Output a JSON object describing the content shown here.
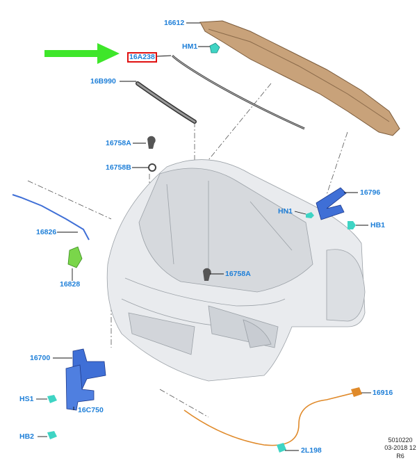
{
  "labels": {
    "l16612": "16612",
    "lHM1": "HM1",
    "l16A238": "16A238",
    "l16B990": "16B990",
    "l16758A_top": "16758A",
    "l16758B": "16758B",
    "l16796": "16796",
    "lHN1": "HN1",
    "lHB1": "HB1",
    "l16826": "16826",
    "l16828": "16828",
    "l16758A_mid": "16758A",
    "l16700": "16700",
    "lHS1": "HS1",
    "l16C750": "16C750",
    "lHB2": "HB2",
    "l16916": "16916",
    "l2L198": "2L198"
  },
  "reference": {
    "line1": "5010220",
    "line2": "03-2018 12",
    "line3": "R6"
  },
  "colors": {
    "label": "#1e7fd8",
    "highlight_box": "#e01010",
    "arrow": "#3ee62a",
    "hood_seal": "#c8a27a",
    "bracket_blue": "#3f6fd6",
    "clip_teal": "#3fd4c4",
    "cable_orange": "#e08a2a",
    "green_bracket": "#7ad64a"
  }
}
